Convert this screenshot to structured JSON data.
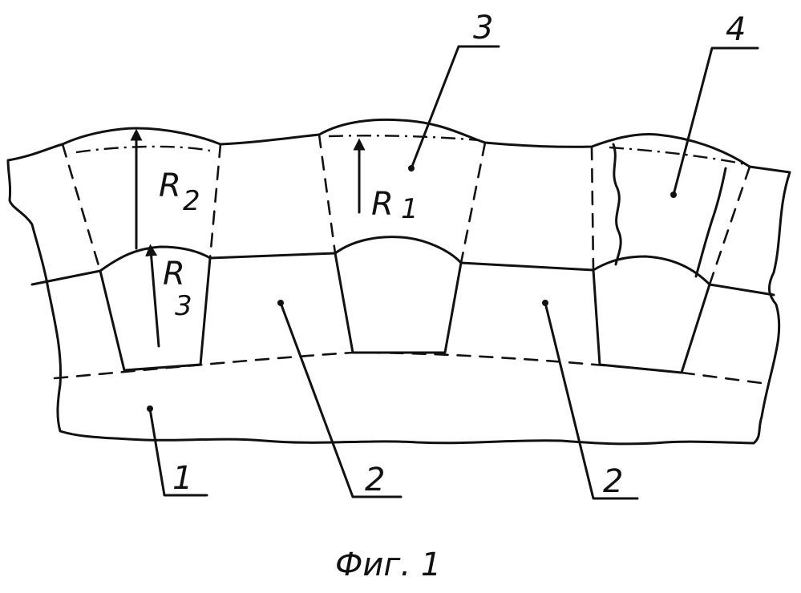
{
  "figure": {
    "caption": "Фиг. 1",
    "labels": {
      "l1": "1",
      "l2a": "2",
      "l2b": "2",
      "l3": "3",
      "l4": "4",
      "r1": "R",
      "r1_sub": "1",
      "r2": "R",
      "r2_sub": "2",
      "r3": "R",
      "r3_sub": "3"
    }
  }
}
